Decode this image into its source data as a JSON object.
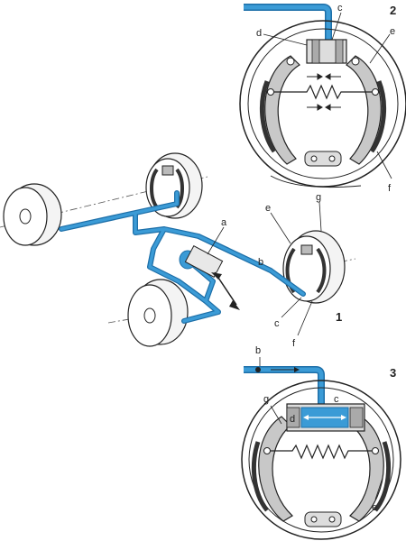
{
  "panels": {
    "main": {
      "number": "1"
    },
    "brake_released": {
      "number": "2"
    },
    "brake_applied": {
      "number": "3"
    }
  },
  "labels": {
    "a": "a",
    "b": "b",
    "c": "c",
    "d": "d",
    "e": "e",
    "f": "f",
    "g": "g"
  },
  "colors": {
    "brake_line": "#3b9bd6",
    "brake_line_dark": "#1d6fa8",
    "shoe_fill": "#c8c8c8",
    "lining": "#333333",
    "outline": "#222222"
  }
}
